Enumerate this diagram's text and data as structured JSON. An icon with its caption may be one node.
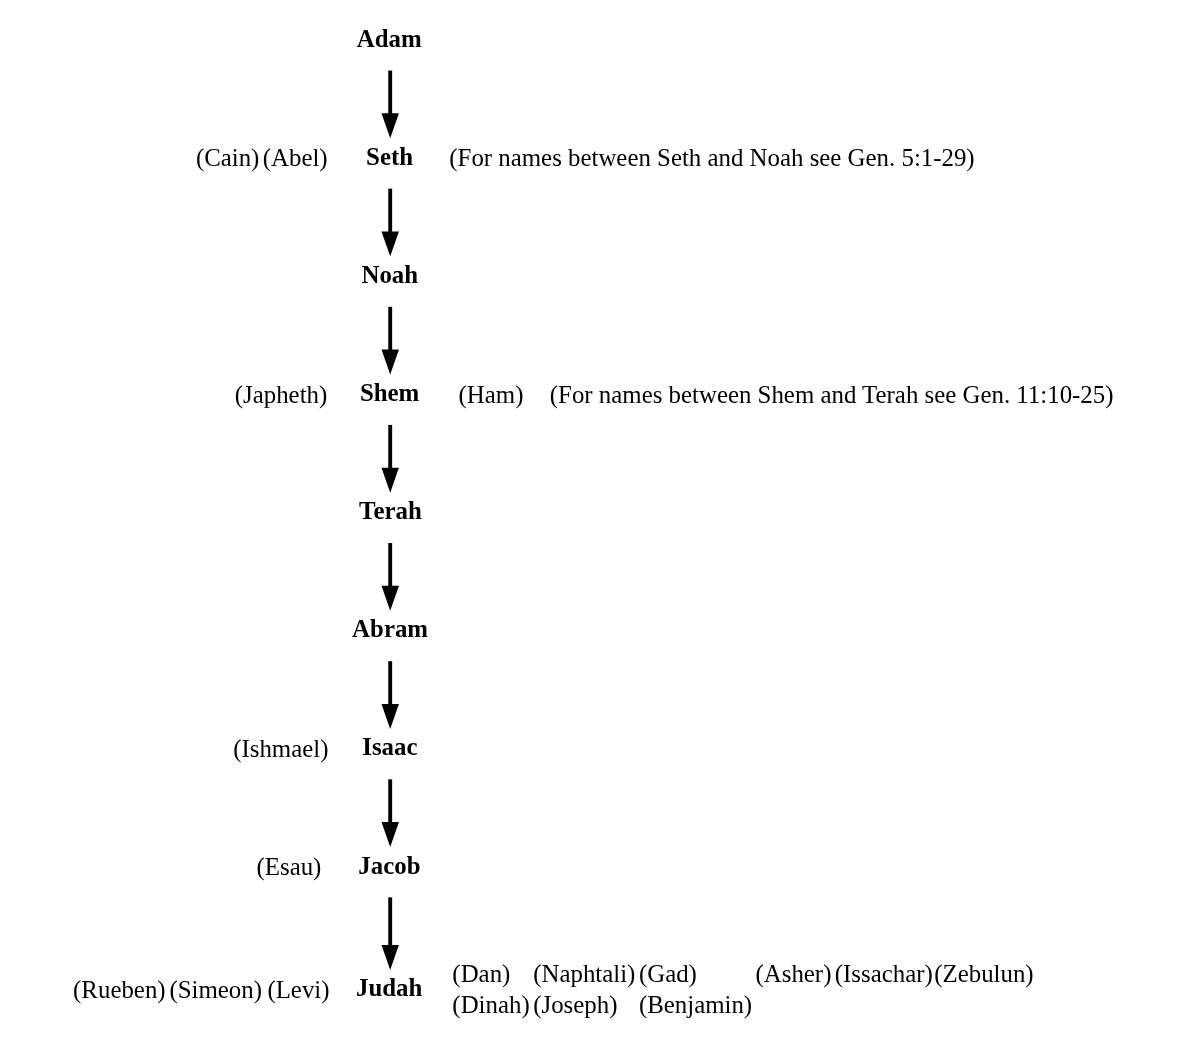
{
  "diagram": {
    "nodes": [
      {
        "text": [
          "Adam"
        ]
      },
      {
        "text": [
          "Seth"
        ],
        "beside": [
          "(Cain)",
          "(Abel)"
        ]
      },
      {
        "text": [
          "Noah"
        ]
      },
      {
        "text": [
          "Shem"
        ],
        "beside": [
          "(Japheth)",
          "(Ham)"
        ]
      },
      {
        "text": [
          "Terah"
        ]
      },
      {
        "text": [
          "Abram"
        ]
      },
      {
        "text": [
          "Isaac"
        ],
        "beside": [
          "(Ishmael)"
        ]
      },
      {
        "text": [
          "Jacob"
        ],
        "beside": [
          "(Esau)"
        ]
      },
      {
        "text": [
          "Judah"
        ],
        "beside": [
          "(Rueben)",
          "(Simeon)",
          "(Levi)",
          "(Dan)",
          "(Naphtali)",
          "(Gad)",
          "(Asher)",
          "(Issachar)",
          "(Zebulun)",
          "(Dinah)",
          "(Joseph)",
          "(Benjamin)"
        ]
      }
    ],
    "edges": [
      {
        "from": 0,
        "to": 1,
        "arrow": "to"
      },
      {
        "from": 1,
        "to": 2,
        "arrow": "to"
      },
      {
        "from": 2,
        "to": 3,
        "arrow": "to"
      },
      {
        "from": 3,
        "to": 4,
        "arrow": "to"
      },
      {
        "from": 4,
        "to": 5,
        "arrow": "to"
      },
      {
        "from": 5,
        "to": 6,
        "arrow": "to"
      },
      {
        "from": 6,
        "to": 7,
        "arrow": "to"
      },
      {
        "from": 7,
        "to": 8,
        "arrow": "to"
      }
    ],
    "labels": [
      "(For names between Seth and Noah see Gen. 5:1-29)",
      "(For names between Shem and Terah see Gen. 11:10-25)"
    ]
  }
}
